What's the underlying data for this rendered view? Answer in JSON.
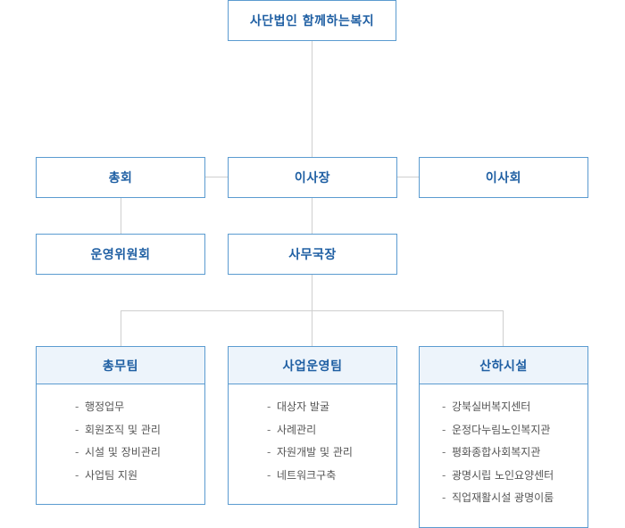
{
  "org": {
    "top": "사단법인 함께하는복지",
    "general_assembly": "총회",
    "chairman": "이사장",
    "board": "이사회",
    "steering_committee": "운영위원회",
    "secretary_general": "사무국장"
  },
  "teams": [
    {
      "title": "총무팀",
      "items": [
        "행정업무",
        "회원조직 및 관리",
        "시설 및 장비관리",
        "사업팀 지원"
      ]
    },
    {
      "title": "사업운영팀",
      "items": [
        "대상자 발굴",
        "사례관리",
        "자원개발 및 관리",
        "네트워크구축"
      ]
    },
    {
      "title": "산하시설",
      "items": [
        "강북실버복지센터",
        "운정다누림노인복지관",
        "평화종합사회복지관",
        "광명시립 노인요양센터",
        "직업재활시설 광명이룸"
      ]
    }
  ],
  "bullet": "-",
  "colors": {
    "border": "#5b9bd0",
    "text": "#1f5fa3",
    "header_bg": "#edf4fb",
    "connector": "#cfcfcf",
    "item_text": "#555555"
  }
}
